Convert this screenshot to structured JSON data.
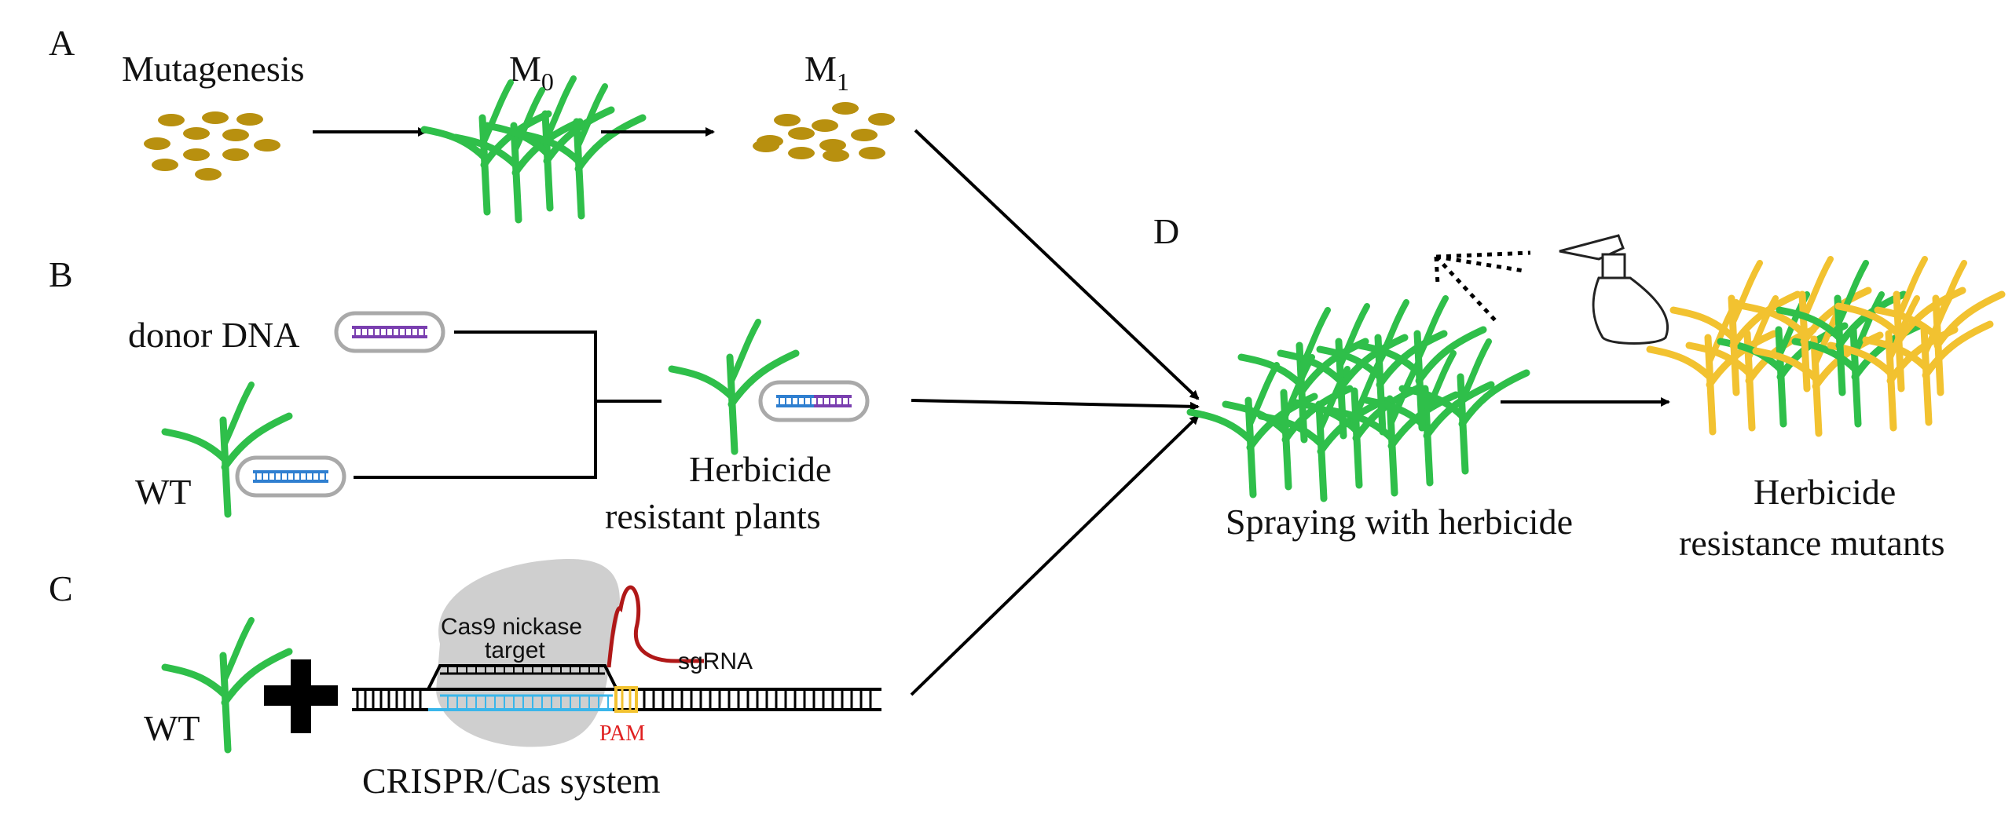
{
  "panels": {
    "a": {
      "letter": "A",
      "mutagenesis": "Mutagenesis",
      "m0_base": "M",
      "m0_sub": "0",
      "m1_base": "M",
      "m1_sub": "1"
    },
    "b": {
      "letter": "B",
      "donor_dna": "donor DNA",
      "wt": "WT",
      "result_line1": "Herbicide",
      "result_line2": "resistant plants"
    },
    "c": {
      "letter": "C",
      "wt": "WT",
      "cas9": "Cas9 nickase",
      "target": "target",
      "sgrna": "sgRNA",
      "pam": "PAM",
      "system": "CRISPR/Cas system"
    },
    "d": {
      "letter": "D",
      "spraying": "Spraying with herbicide",
      "result_line1": "Herbicide",
      "result_line2": "resistance mutants"
    }
  },
  "colors": {
    "seed": "#b8900f",
    "leaf_green": "#2fbf4a",
    "leaf_yellow": "#f2c230",
    "dna_purple": "#7a3fb0",
    "dna_blue": "#2f7fd0",
    "target_strand": "#3ab6ea",
    "sgrna": "#b01818",
    "pam": "#f2c230",
    "cas_blob": "#cfcfcf"
  }
}
